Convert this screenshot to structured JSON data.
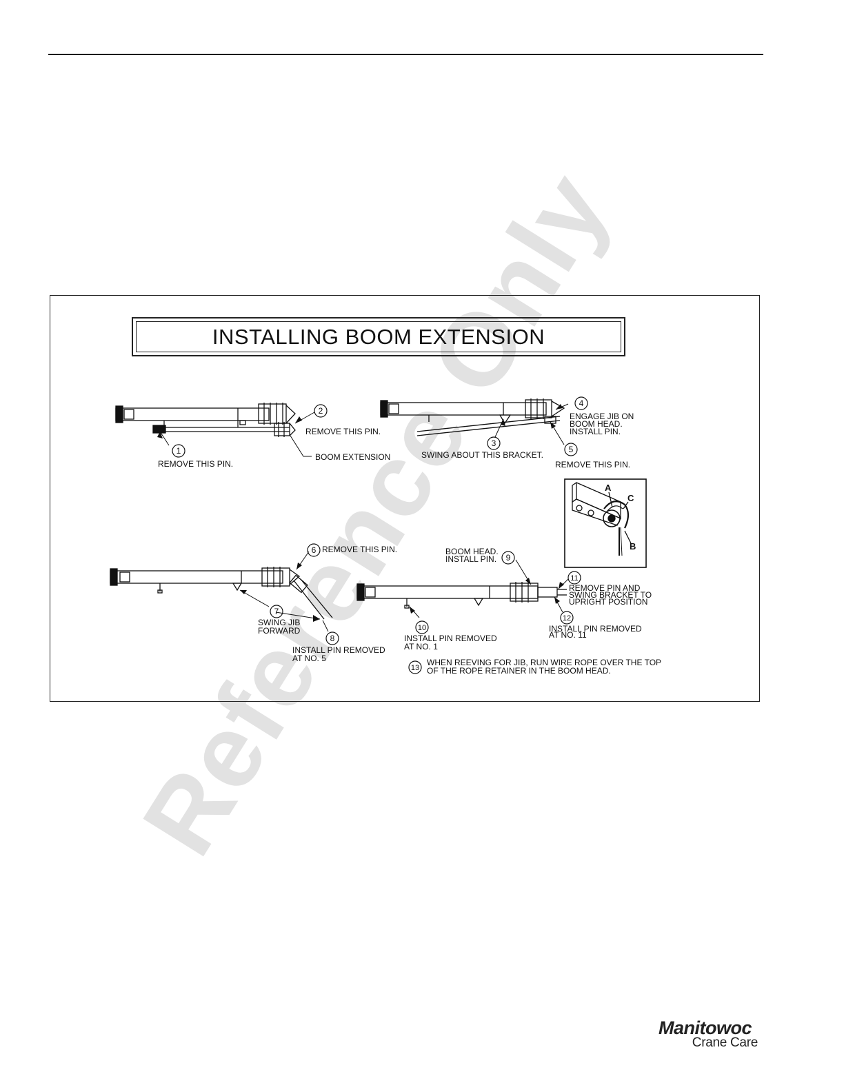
{
  "watermark": "Reference Only",
  "figure": {
    "title": "INSTALLING BOOM EXTENSION",
    "callouts": [
      {
        "num": "1",
        "text": [
          "REMOVE THIS PIN."
        ]
      },
      {
        "num": "2",
        "text": [
          "REMOVE THIS PIN."
        ]
      },
      {
        "num": "",
        "text": [
          "BOOM EXTENSION"
        ]
      },
      {
        "num": "3",
        "text": [
          "SWING ABOUT THIS BRACKET."
        ]
      },
      {
        "num": "4",
        "text": [
          "ENGAGE JIB ON",
          "BOOM HEAD.",
          "INSTALL PIN."
        ]
      },
      {
        "num": "5",
        "text": [
          "REMOVE THIS PIN."
        ]
      },
      {
        "num": "6",
        "text": [
          "REMOVE THIS PIN."
        ]
      },
      {
        "num": "7",
        "text": [
          "SWING JIB",
          "FORWARD"
        ]
      },
      {
        "num": "8",
        "text": [
          "INSTALL PIN REMOVED",
          "AT NO. 5"
        ]
      },
      {
        "num": "9",
        "text": [
          "BOOM HEAD.",
          "INSTALL PIN."
        ]
      },
      {
        "num": "10",
        "text": [
          "INSTALL PIN REMOVED",
          "AT NO. 1"
        ]
      },
      {
        "num": "11",
        "text": [
          "REMOVE PIN AND",
          "SWING BRACKET TO",
          "UPRIGHT POSITION"
        ]
      },
      {
        "num": "12",
        "text": [
          "INSTALL PIN REMOVED",
          "AT NO. 11"
        ]
      },
      {
        "num": "13",
        "text": [
          "WHEN REEVING FOR JIB, RUN WIRE ROPE OVER THE TOP",
          "OF THE ROPE RETAINER IN THE BOOM HEAD."
        ]
      }
    ],
    "inset_labels": [
      "A",
      "C",
      "B"
    ]
  },
  "logo": {
    "brand": "Manitowoc",
    "sub": "Crane Care"
  }
}
